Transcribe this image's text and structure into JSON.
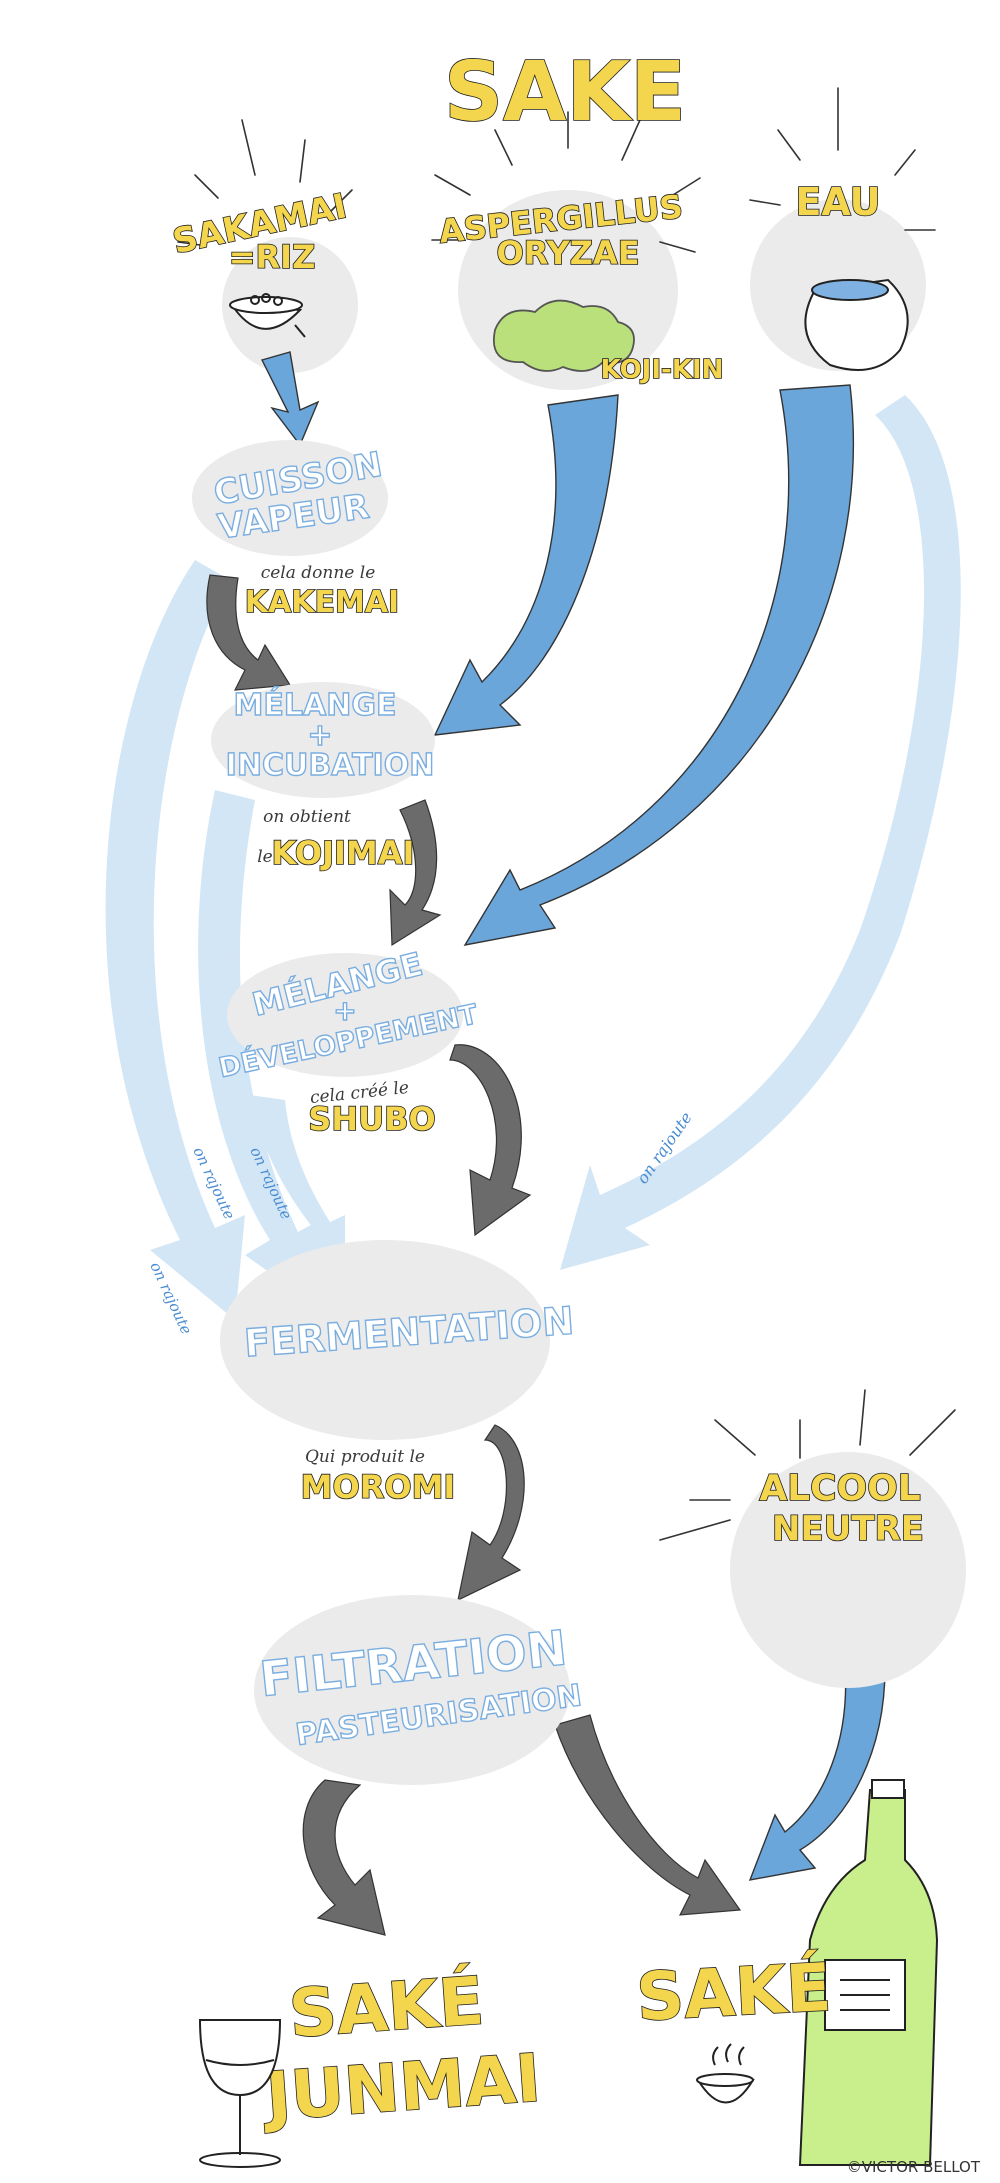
{
  "title": "SAKE",
  "ingredients": {
    "rice": {
      "line1": "SAKAMAI",
      "line2": "=RIZ"
    },
    "koji": {
      "line1": "ASPERGILLUS",
      "line2": "ORYZAE",
      "sub": "KOJI-KIN"
    },
    "water": {
      "label": "EAU"
    },
    "alcohol": {
      "line1": "ALCOOL",
      "line2": "NEUTRE"
    }
  },
  "steps": {
    "steam": {
      "line1": "CUISSON",
      "line2": "VAPEUR",
      "note": "cela donne le",
      "product": "KAKEMAI"
    },
    "mix1": {
      "line1": "MÉLANGE",
      "plus": "+",
      "line2": "INCUBATION",
      "note1": "on obtient",
      "note2": "le",
      "product": "KOJIMAI"
    },
    "mix2": {
      "line1": "MÉLANGE",
      "plus": "+",
      "line2": "DÉVELOPPEMENT",
      "note": "cela créé le",
      "product": "SHUBO"
    },
    "fermentation": {
      "label": "FERMENTATION",
      "note": "Qui produit le",
      "product": "MOROMI"
    },
    "filtration": {
      "line1": "FILTRATION",
      "line2": "PASTEURISATION"
    }
  },
  "arrow_notes": {
    "left1": "on rajoute",
    "left2": "on rajoute",
    "left3": "on rajoute",
    "right": "on rajoute"
  },
  "results": {
    "junmai_line1": "SAKÉ",
    "junmai_line2": "JUNMAI",
    "sake": "SAKÉ"
  },
  "credit": "©VICTOR BELLOT",
  "colors": {
    "blob": "#ebebeb",
    "blue_arrow": "#6aa6da",
    "light_arrow": "#d3e6f6",
    "dark_arrow": "#6b6b6b",
    "yellow": "#f4d64e",
    "bottle": "#c8ef8c"
  }
}
